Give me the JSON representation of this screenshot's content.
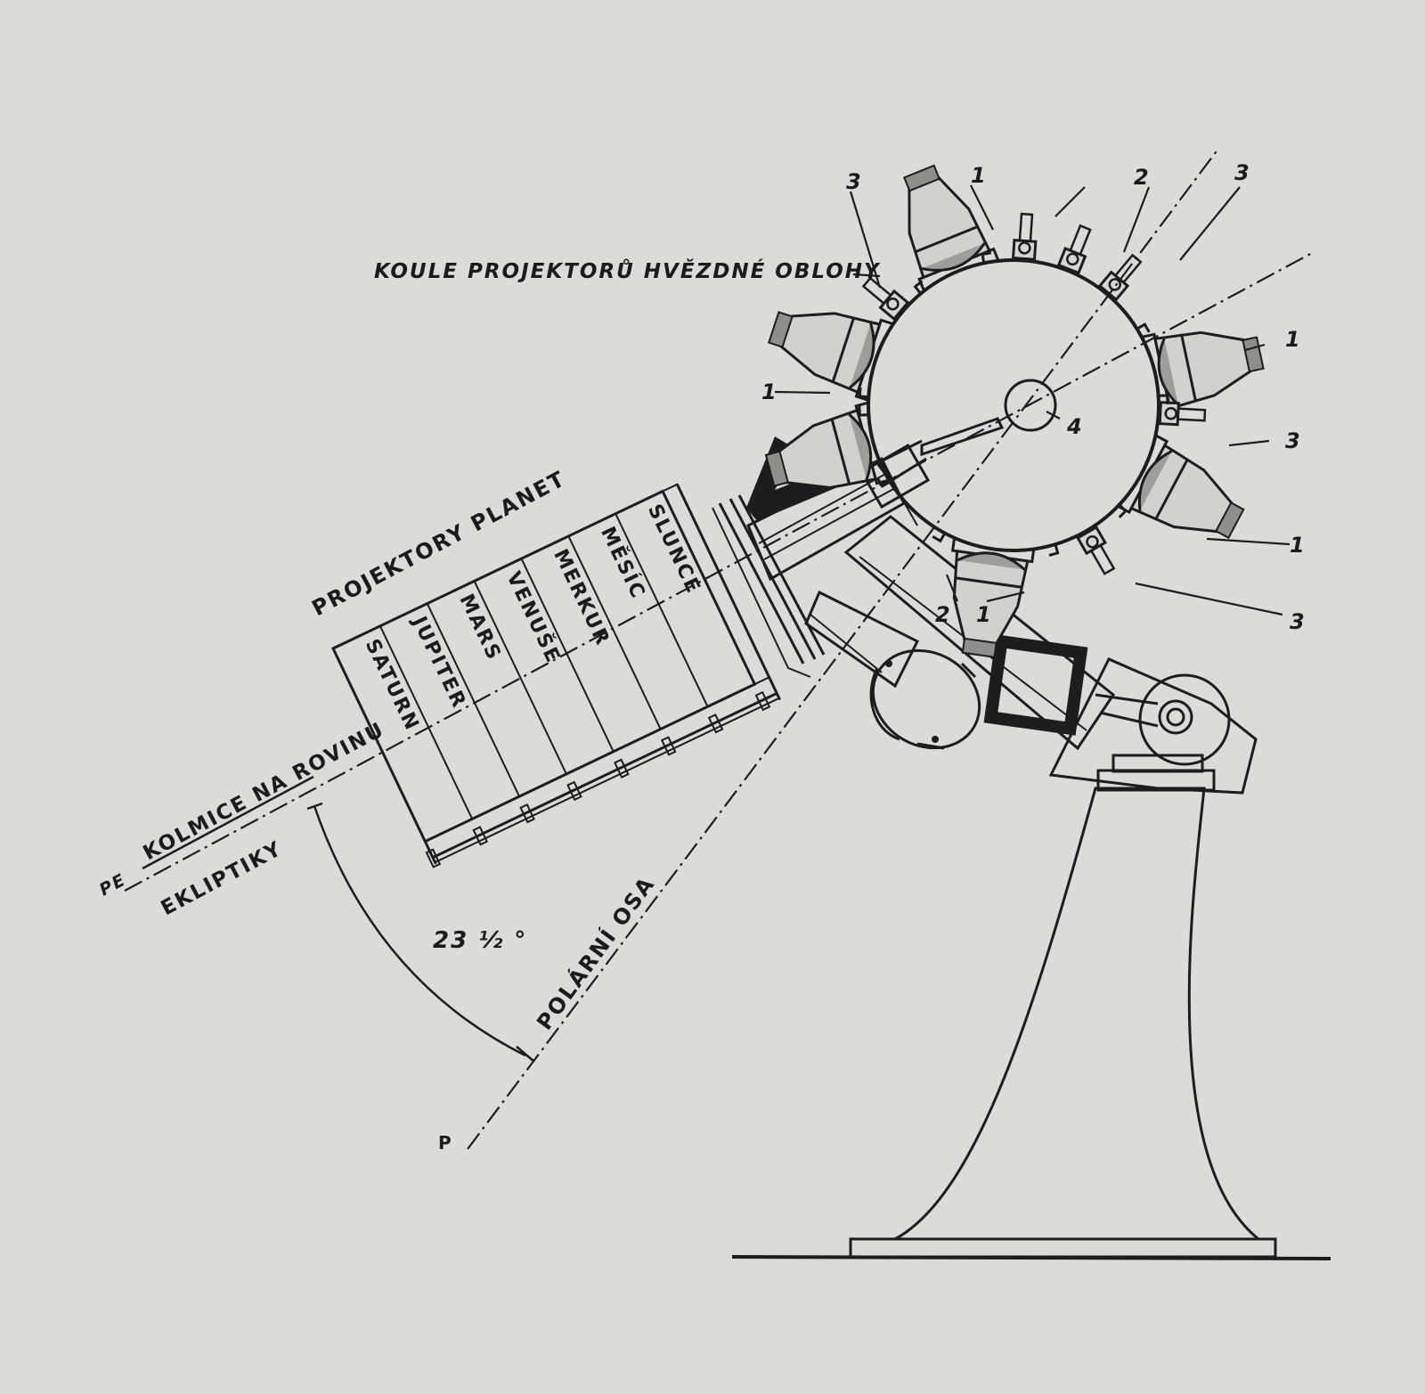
{
  "labels": {
    "star_sphere": "KOULE PROJEKTORŮ HVĚZDNÉ OBLOHY",
    "planet_projectors": "PROJEKTORY PLANET",
    "normal_line_1": "KOLMICE NA ROVINU",
    "normal_line_2": "EKLIPTIKY",
    "pe_marker": "PE",
    "polar_axis": "POLÁRNÍ OSA",
    "angle": "23 ½ °",
    "p_marker": "P"
  },
  "planets": [
    "SLUNCE",
    "MĚSÍC",
    "MERKUR",
    "VENUŠE",
    "MARS",
    "JUPITER",
    "SATURN"
  ],
  "callouts": {
    "n1": "1",
    "n2": "2",
    "n3": "3",
    "n4": "4"
  },
  "colors": {
    "ink": "#1d1d1d",
    "paper": "#dcdbd8"
  }
}
